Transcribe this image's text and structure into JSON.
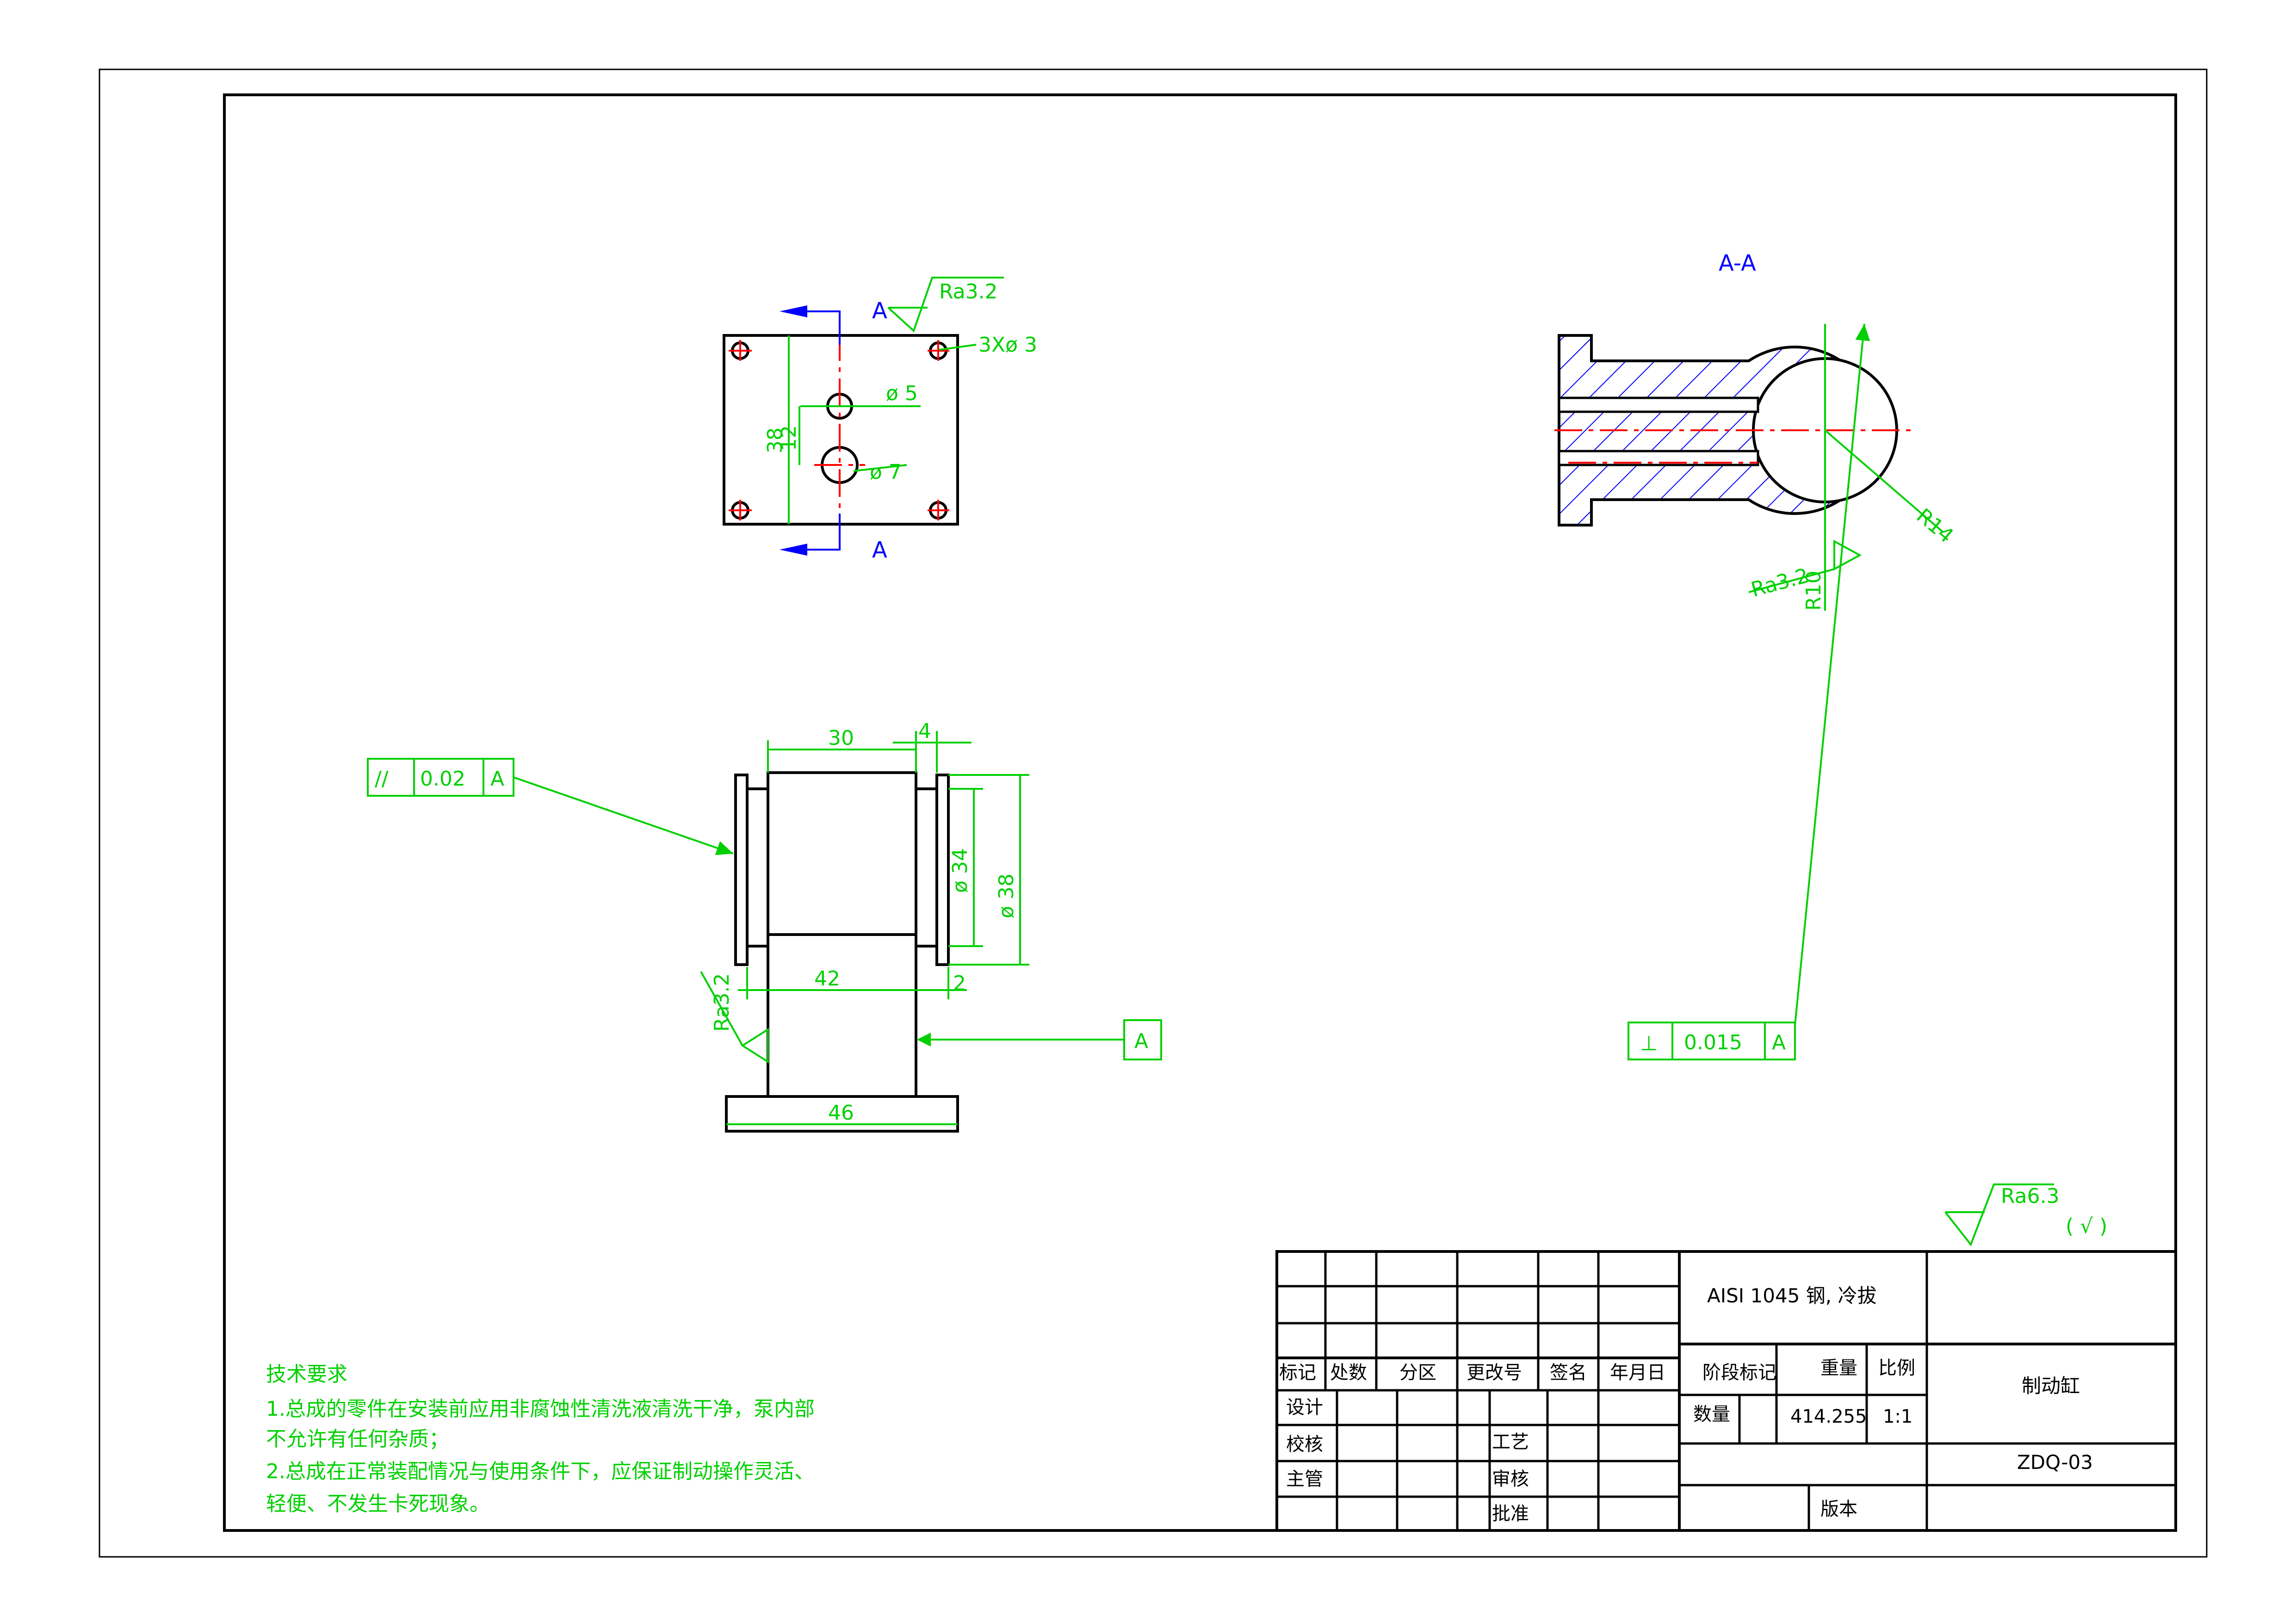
{
  "views": {
    "top": {
      "section_label": "A",
      "roughness": "Ra3.2",
      "holes_3x": "3Xø 3",
      "dia_5": "ø 5",
      "dia_7": "ø 7",
      "dim_38": "38",
      "dim_12": "12"
    },
    "front": {
      "dim_30": "30",
      "dim_4": "4",
      "dia_34": "ø 34",
      "dia_38": "ø 38",
      "dim_42": "42",
      "dim_2": "2",
      "dim_46": "46",
      "roughness": "Ra3.2",
      "parallelism": {
        "symbol": "//",
        "value": "0.02",
        "datum": "A"
      },
      "datum": "A"
    },
    "section": {
      "title": "A-A",
      "r14": "R14",
      "r10": "R10",
      "roughness": "Ra3.2",
      "perpendicularity": {
        "symbol": "⊥",
        "value": "0.015",
        "datum": "A"
      }
    }
  },
  "general_roughness": {
    "value": "Ra6.3",
    "rest": "( √ )"
  },
  "technical_requirements": {
    "title": "技术要求",
    "lines": [
      "1.总成的零件在安装前应用非腐蚀性清洗液清洗干净，泵内部",
      "不允许有任何杂质；",
      "2.总成在正常装配情况与使用条件下，应保证制动操作灵活、",
      "轻便、不发生卡死现象。"
    ]
  },
  "title_block": {
    "material": "AISI 1045 钢, 冷拔",
    "part_name": "制动缸",
    "drawing_no": "ZDQ-03",
    "headers": {
      "mark": "标记",
      "count": "处数",
      "zone": "分区",
      "change_no": "更改号",
      "signature": "签名",
      "date": "年月日"
    },
    "stage_mark": "阶段标记",
    "weight_label": "重量",
    "scale_label": "比例",
    "quantity_label": "数量",
    "weight": "414.255",
    "scale": "1:1",
    "design": "设计",
    "check": "校核",
    "supervisor": "主管",
    "process": "工艺",
    "review": "审核",
    "approve": "批准",
    "version": "版本"
  }
}
